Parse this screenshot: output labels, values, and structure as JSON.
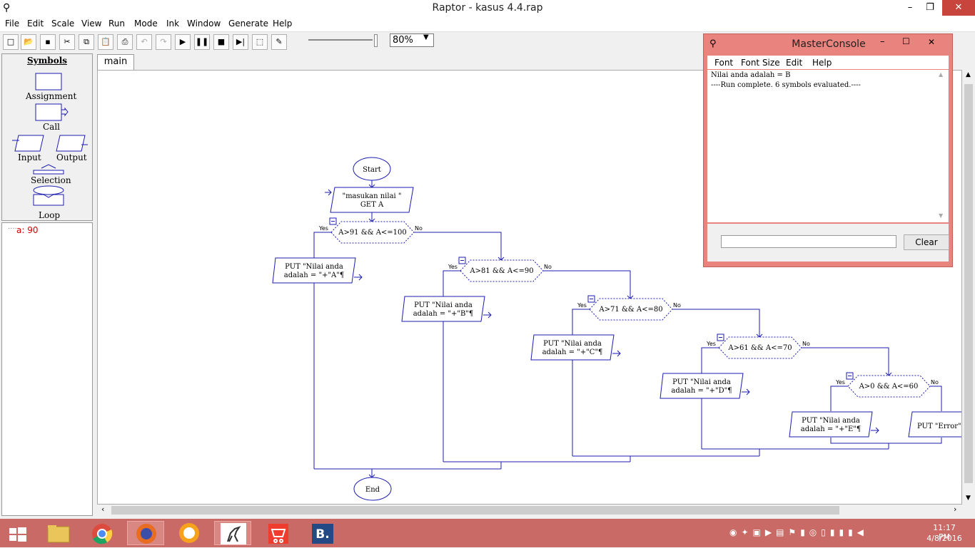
{
  "window": {
    "title": "Raptor - kasus 4.4.rap"
  },
  "menu": [
    "File",
    "Edit",
    "Scale",
    "View",
    "Run",
    "Mode",
    "Ink",
    "Window",
    "Generate",
    "Help"
  ],
  "toolbar": {
    "zoom": "80%"
  },
  "symbols": {
    "title": "Symbols",
    "assignment": "Assignment",
    "call": "Call",
    "input": "Input",
    "output": "Output",
    "selection": "Selection",
    "loop": "Loop"
  },
  "variables": {
    "a": "a: 90"
  },
  "tabs": {
    "main": "main"
  },
  "flowchart": {
    "start": "Start",
    "end": "End",
    "input_line1": "\"masukan nilai \"",
    "input_line2": "GET A",
    "yes": "Yes",
    "no": "No",
    "cond1": "A>91 && A<=100",
    "cond2": "A>81 && A<=90",
    "cond3": "A>71 && A<=80",
    "cond4": "A>61 && A<=70",
    "cond5": "A>0 && A<=60",
    "put_line1": "PUT \"Nilai anda",
    "putA_line2": "adalah = \"+\"A\"¶",
    "putB_line2": "adalah = \"+\"B\"¶",
    "putC_line2": "adalah = \"+\"C\"¶",
    "putD_line2": "adalah = \"+\"D\"¶",
    "putE_line2": "adalah = \"+\"E\"¶",
    "put_error": "PUT \"Error\"¶"
  },
  "console": {
    "title": "MasterConsole",
    "menu": [
      "Font",
      "Font Size",
      "Edit",
      "Help"
    ],
    "line1": "Nilai anda adalah = B",
    "line2": "----Run complete.  6 symbols evaluated.----",
    "clear": "Clear"
  },
  "taskbar": {
    "time": "11:17 PM",
    "date": "4/8/2016"
  },
  "colors": {
    "flow": "#1c1cb0",
    "taskbar": "#c96a66",
    "console": "#e8837d",
    "var": "#d00000"
  }
}
